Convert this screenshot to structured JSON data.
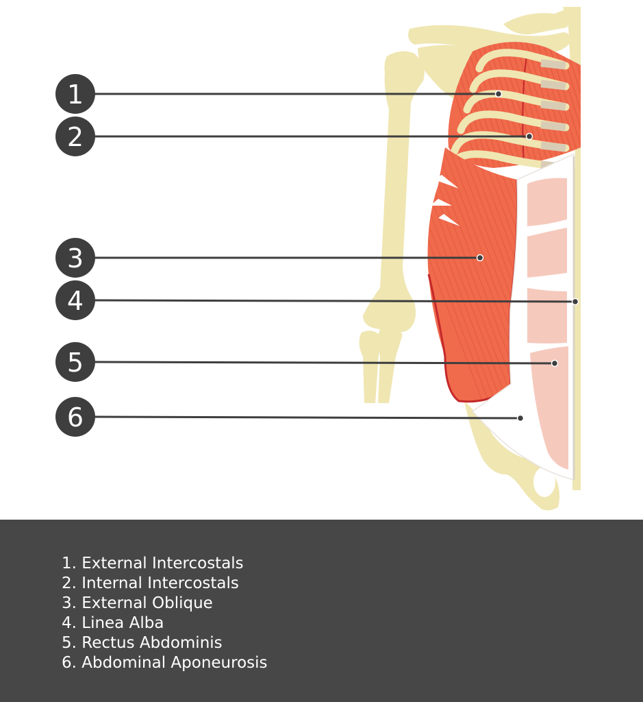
{
  "colors": {
    "bone": "#efe6b2",
    "bone_shadow": "#dcd196",
    "muscle": "#f06a4c",
    "muscle_dark": "#d2402b",
    "muscle_outline": "#c4282a",
    "rectus": "#f6c9bd",
    "cartilage": "#d9ccb4",
    "marker": "#3e3e3e",
    "leader": "#3e3e3e",
    "panel": "#474747",
    "legend_text": "#ffffff"
  },
  "markers": [
    {
      "number": "1",
      "target": "external-intercostals"
    },
    {
      "number": "2",
      "target": "internal-intercostals"
    },
    {
      "number": "3",
      "target": "external-oblique"
    },
    {
      "number": "4",
      "target": "linea-alba"
    },
    {
      "number": "5",
      "target": "rectus-abdominis"
    },
    {
      "number": "6",
      "target": "abdominal-aponeurosis"
    }
  ],
  "legend": [
    "1.  External Intercostals",
    "2. Internal Intercostals",
    "3. External Oblique",
    "4. Linea Alba",
    "5. Rectus Abdominis",
    "6. Abdominal Aponeurosis"
  ]
}
